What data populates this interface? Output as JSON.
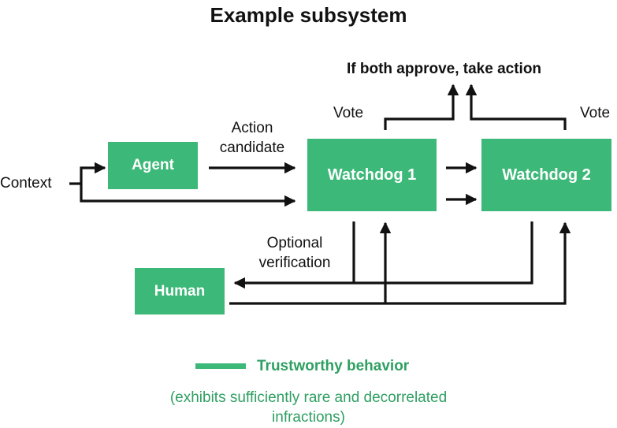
{
  "diagram": {
    "title": "Example subsystem",
    "nodes": {
      "agent": "Agent",
      "watchdog1": "Watchdog 1",
      "watchdog2": "Watchdog 2",
      "human": "Human"
    },
    "labels": {
      "context": "Context",
      "action_candidate_line1": "Action",
      "action_candidate_line2": "candidate",
      "vote_left": "Vote",
      "vote_right": "Vote",
      "approve": "If both approve, take action",
      "optional_verification_line1": "Optional",
      "optional_verification_line2": "verification"
    },
    "legend": {
      "label": "Trustworthy behavior",
      "note_line1": "(exhibits sufficiently rare and decorrelated",
      "note_line2": "infractions)"
    },
    "colors": {
      "box": "#3cb878",
      "legend_text": "#2f9f62",
      "line": "#111111"
    }
  }
}
